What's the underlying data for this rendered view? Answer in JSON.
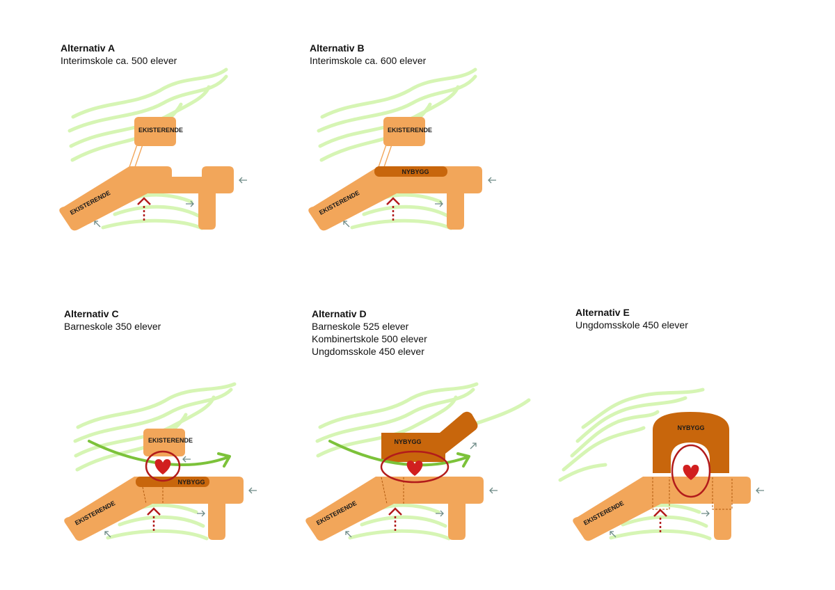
{
  "colors": {
    "existing_building": "#f2a65a",
    "new_building": "#c8660c",
    "landscape_waves": "#d6f5b4",
    "main_entry_arrow": "#b21b1b",
    "heart": "#d11f1f",
    "flow_arrow": "#7cc23a",
    "side_arrows": "#6d8a86"
  },
  "icons": {
    "entry": "dotted-up-arrow-icon",
    "side_access": "thin-arrow-icon",
    "heart": "heart-icon",
    "flow": "curved-flow-arrow-icon"
  },
  "alternatives": [
    {
      "title": "Alternativ A",
      "lines": [
        "Interimskole ca. 500 elever"
      ],
      "labels": {
        "existing_top": "EKISTERENDE",
        "existing_wing": "EKISTERENDE"
      }
    },
    {
      "title": "Alternativ B",
      "lines": [
        "Interimskole ca. 600 elever"
      ],
      "labels": {
        "existing_top": "EKISTERENDE",
        "new": "NYBYGG",
        "existing_wing": "EKISTERENDE"
      }
    },
    {
      "title": "Alternativ C",
      "lines": [
        "Barneskole 350 elever"
      ],
      "labels": {
        "existing_top": "EKISTERENDE",
        "new": "NYBYGG",
        "existing_wing": "EKISTERENDE"
      }
    },
    {
      "title": "Alternativ D",
      "lines": [
        "Barneskole 525 elever",
        "Kombinertskole 500 elever",
        "Ungdomsskole 450 elever"
      ],
      "labels": {
        "new": "NYBYGG",
        "existing_wing": "EKISTERENDE"
      }
    },
    {
      "title": "Alternativ E",
      "lines": [
        "Ungdomsskole 450 elever"
      ],
      "labels": {
        "new": "NYBYGG",
        "existing_wing": "EKISTERENDE"
      }
    }
  ]
}
